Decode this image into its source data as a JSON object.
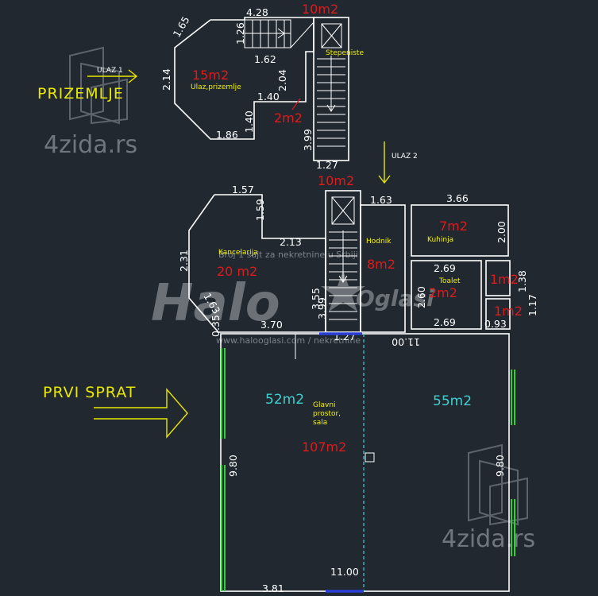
{
  "floors": {
    "ground": "PRIZEMLJE",
    "first": "PRVI SPRAT"
  },
  "entrances": {
    "one": "ULAZ 1",
    "two": "ULAZ 2"
  },
  "rooms": {
    "entrance": "Ulaz,prizemlje",
    "stairs": "Stepeniste",
    "office": "Kancelarija",
    "hallway": "Hodnik",
    "kitchen": "Kuhinja",
    "toilet": "Toalet",
    "main_line1": "Glavni",
    "main_line2": "prostor,",
    "main_line3": "sala"
  },
  "areas": {
    "entrance": "15m2",
    "top_stair": "10m2",
    "small": "2m2",
    "hall_stair": "10m2",
    "hall": "8m2",
    "office": "20 m2",
    "kitchen": "7m2",
    "toilet": "2m2",
    "wc1": "1m2",
    "wc2": "1m2",
    "main_left": "52m2",
    "main_total": "107m2",
    "main_right": "55m2"
  },
  "dims": {
    "d428": "4.28",
    "d165": "1.65",
    "d126": "1.26",
    "d214": "2.14",
    "d162": "1.62",
    "d204": "2.04",
    "d140a": "1.40",
    "d140b": "1.40",
    "d186": "1.86",
    "d399a": "3.99",
    "d127a": "1.27",
    "d157": "1.57",
    "d159": "1.59",
    "d213": "2.13",
    "d231": "2.31",
    "d163a": "1.63",
    "d035": "0.35",
    "d370": "3.70",
    "d355": "3.55",
    "d399b": "3.99",
    "d127b": "1.27",
    "d163b": "1.63",
    "d366": "3.66",
    "d200": "2.00",
    "d269a": "2.69",
    "d260": "2.60",
    "d269b": "2.69",
    "d138": "1.38",
    "d117": "1.17",
    "d093": "0.93",
    "d1100a": "11.00",
    "d980a": "9.80",
    "d980b": "9.80",
    "d1100b": "11.00",
    "d381": "3.81"
  },
  "watermarks": {
    "brand1": "4zida.rs",
    "brand2": "4zida.rs",
    "halo": "Halo",
    "oglasi": "Oglasi",
    "halo_tagline": "Broj 1 sajt za nekretnine u Srbiji",
    "halo_url": "www.halooglasi.com / nekretnine"
  },
  "colors": {
    "background": "#212830",
    "walls": "#ffffff",
    "area_red": "#e01b1b",
    "area_cyan": "#40d0d0",
    "labels_yellow": "#e8e800",
    "windows_green": "#2fd22f",
    "doors_blue": "#2a3fd6"
  }
}
